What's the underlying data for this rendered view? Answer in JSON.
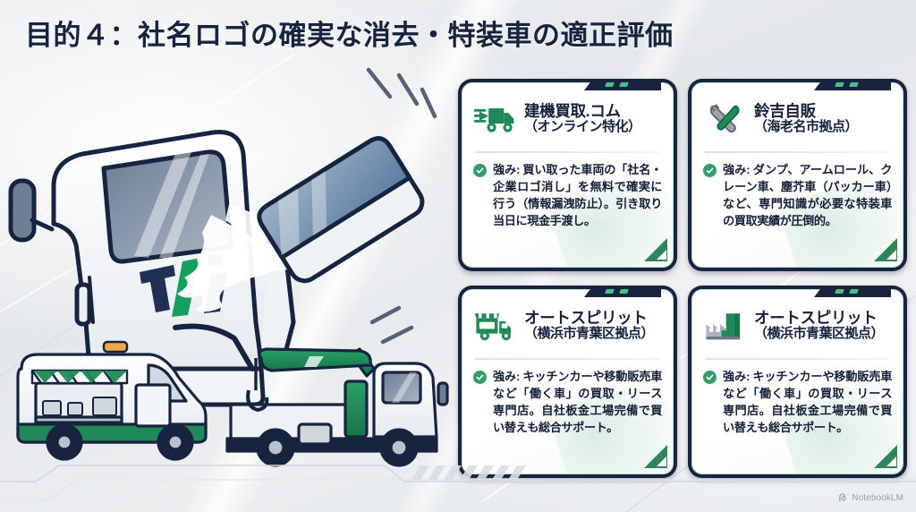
{
  "slide": {
    "title": "目的４：社名ロゴの確実な消去・特装車の適正評価",
    "watermark": "NotebookLM",
    "accent_green": "#2f9e69",
    "frame_navy": "#18233f",
    "bg_gray": "#e4e7ea"
  },
  "illustration": {
    "main": {
      "name": "truck-cab-logo-erase",
      "description": "トラックのキャブに描かれた社名ロゴを消しゴムで消しているイラスト",
      "logo_text": "TD"
    },
    "vehicles": [
      {
        "name": "kitchen-car",
        "description": "キッチンカー・移動販売車"
      },
      {
        "name": "crane-truck",
        "description": "クレーン付きトラック（ユニック車）"
      }
    ]
  },
  "cards": [
    {
      "icon": "delivery-truck-icon",
      "name": "建機買取.コム",
      "sub": "（オンライン特化）",
      "strength": "強み: 買い取った車両の「社名・企業ロゴ消し」を無料で確実に行う（情報漏洩防止）。引き取り当日に現金手渡し。"
    },
    {
      "icon": "wrench-screwdriver-icon",
      "name": "鈴吉自販",
      "sub": "（海老名市拠点）",
      "strength": "強み: ダンプ、アームロール、クレーン車、塵芥車（パッカー車）など、専門知識が必要な特装車の買取実績が圧倒的。"
    },
    {
      "icon": "food-truck-icon",
      "name": "オートスピリット",
      "sub": "（横浜市青葉区拠点）",
      "strength": "強み: キッチンカーや移動販売車など「働く車」の買取・リース専門店。自社板金工場完備で買い替えも総合サポート。"
    },
    {
      "icon": "factory-icon",
      "name": "オートスピリット",
      "sub": "（横浜市青葉区拠点）",
      "strength": "強み: キッチンカーや移動販売車など「働く車」の買取・リース専門店。自社板金工場完備で買い替えも総合サポート。"
    }
  ]
}
